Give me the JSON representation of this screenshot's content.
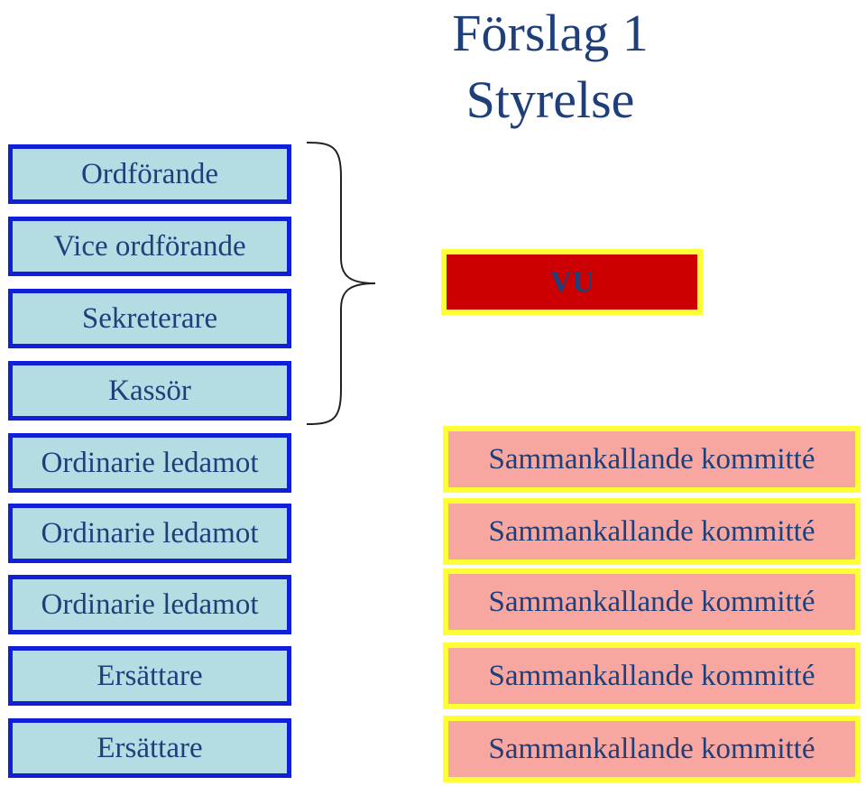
{
  "title": {
    "line1": "Förslag 1",
    "line2": "Styrelse"
  },
  "board": [
    "Ordförande",
    "Vice ordförande",
    "Sekreterare",
    "Kassör",
    "Ordinarie ledamot",
    "Ordinarie ledamot",
    "Ordinarie ledamot",
    "Ersättare",
    "Ersättare"
  ],
  "vu": {
    "label": "VU"
  },
  "committees": [
    "Sammankallande kommitté",
    "Sammankallande kommitté",
    "Sammankallande kommitté",
    "Sammankallande kommitté",
    "Sammankallande kommitté"
  ],
  "colors": {
    "board_fill": "#b3dde2",
    "board_border": "#1020d8",
    "vu_fill": "#cc0000",
    "committee_fill": "#f7a6a0",
    "highlight_border": "#ffff33",
    "text": "#1f3f7a"
  }
}
